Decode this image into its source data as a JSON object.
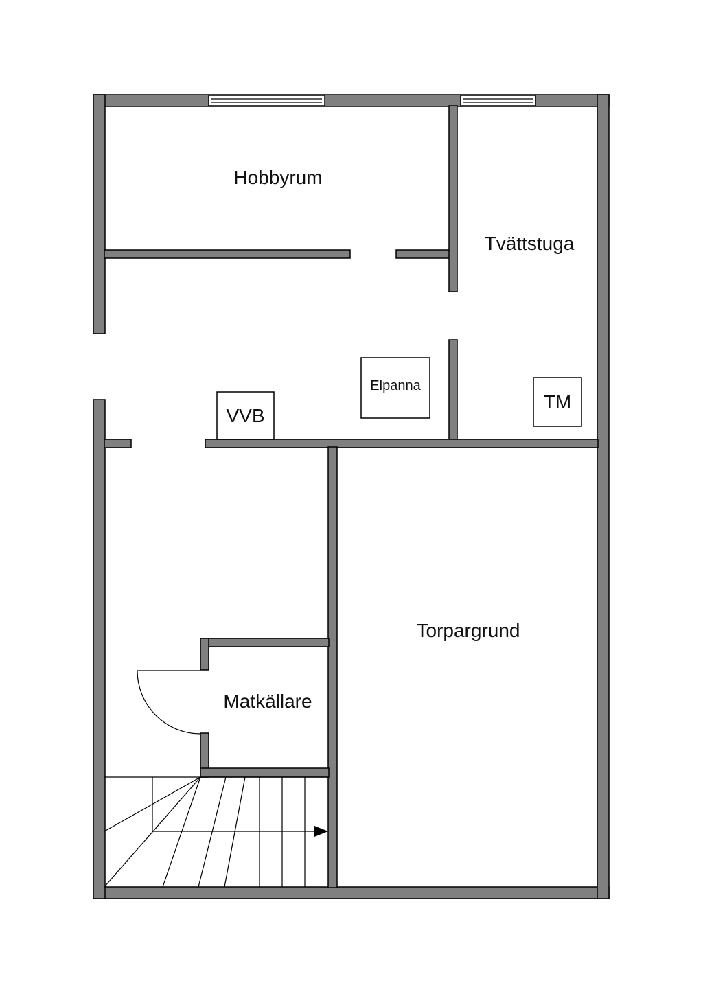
{
  "colors": {
    "wall": "#808080",
    "line": "#000000",
    "background": "#ffffff"
  },
  "rooms": {
    "hobbyrum": "Hobbyrum",
    "tvattstuga": "Tvättstuga",
    "torpargrund": "Torpargrund",
    "matkallare": "Matkällare"
  },
  "fixtures": {
    "vvb": "VVB",
    "elpanna": "Elpanna",
    "tm": "TM"
  }
}
